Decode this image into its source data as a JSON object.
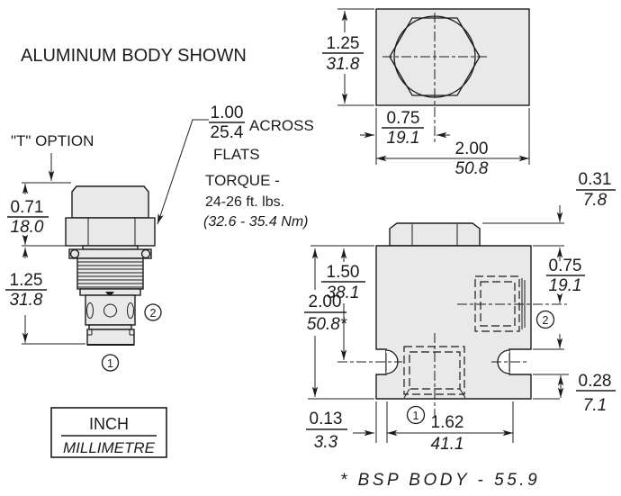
{
  "title_note": "ALUMINUM BODY SHOWN",
  "t_option_label": "\"T\" OPTION",
  "torque_note": {
    "af_in": "1.00",
    "af_mm": "25.4",
    "across": "ACROSS",
    "flats": "FLATS",
    "torque_label": "TORQUE -",
    "torque_imperial": "24-26 ft. lbs.",
    "torque_metric": "(32.6 - 35.4 Nm)"
  },
  "ports": {
    "p1": "1",
    "p2": "2"
  },
  "front_view": {
    "cap_height": {
      "in": "0.71",
      "mm": "18.0"
    },
    "cartridge_length": {
      "in": "1.25",
      "mm": "31.8"
    }
  },
  "top_view": {
    "height": {
      "in": "1.25",
      "mm": "31.8"
    },
    "center_offset": {
      "in": "0.75",
      "mm": "19.1"
    },
    "width": {
      "in": "2.00",
      "mm": "50.8"
    }
  },
  "side_view": {
    "hex_protrusion": {
      "in": "0.31",
      "mm": "7.8"
    },
    "port2_centerline": {
      "in": "0.75",
      "mm": "19.1"
    },
    "mount_centerline": {
      "in": "1.50",
      "mm": "38.1"
    },
    "body_height": {
      "in": "2.00",
      "mm": "50.8*"
    },
    "mount_edge": {
      "in": "0.28",
      "mm": "7.1"
    },
    "hole_edge_offset": {
      "in": "0.13",
      "mm": "3.3"
    },
    "hole_spacing": {
      "in": "1.62",
      "mm": "41.1"
    }
  },
  "units_box": {
    "inch": "INCH",
    "millimetre": "MILLIMETRE"
  },
  "footnote": "* BSP BODY - 55.9",
  "colors": {
    "line": "#1c1c1c",
    "metal_fill": "#e9e9e9",
    "background": "#ffffff"
  }
}
